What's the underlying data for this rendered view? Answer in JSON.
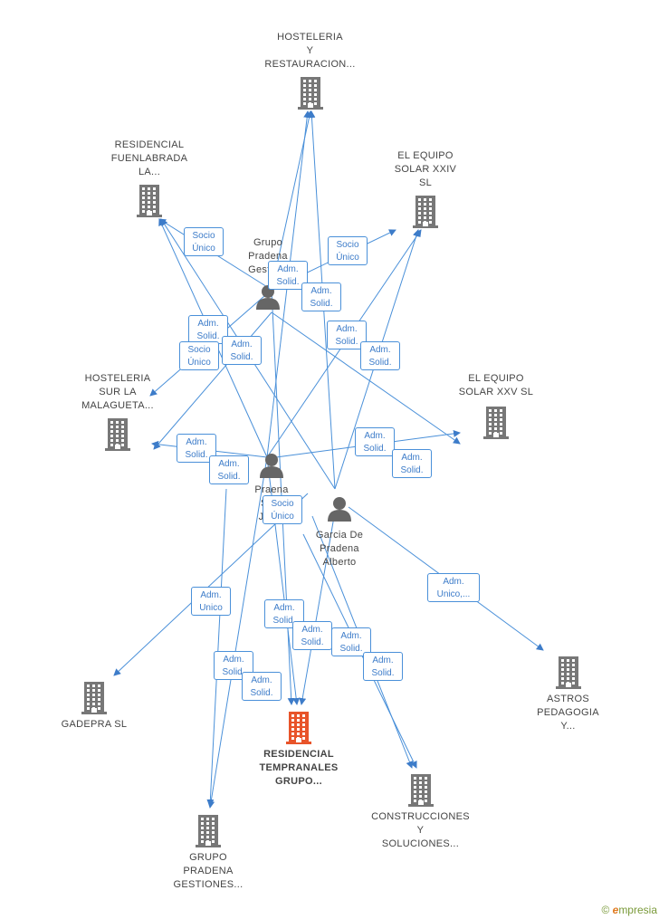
{
  "companies": [
    {
      "id": "hosteleria_rest",
      "lines": [
        "HOSTELERIA",
        "Y",
        "RESTAURACION..."
      ]
    },
    {
      "id": "fuenlabrada",
      "lines": [
        "RESIDENCIAL",
        "FUENLABRADA",
        "LA..."
      ]
    },
    {
      "id": "equipo_xxiv",
      "lines": [
        "EL EQUIPO",
        "SOLAR XXIV",
        "SL"
      ]
    },
    {
      "id": "malagueta",
      "lines": [
        "HOSTELERIA",
        "SUR LA",
        "MALAGUETA..."
      ]
    },
    {
      "id": "equipo_xxv",
      "lines": [
        "EL EQUIPO",
        "SOLAR XXV  SL"
      ]
    },
    {
      "id": "gadepra",
      "lines": [
        "GADEPRA SL"
      ]
    },
    {
      "id": "astros",
      "lines": [
        "ASTROS",
        "PEDAGOGIA",
        "Y..."
      ]
    },
    {
      "id": "tempranales",
      "lines": [
        "RESIDENCIAL",
        "TEMPRANALES",
        "GRUPO..."
      ],
      "main": true
    },
    {
      "id": "construcciones",
      "lines": [
        "CONSTRUCCIONES",
        "Y",
        "SOLUCIONES..."
      ]
    },
    {
      "id": "grupo_pradena_g",
      "lines": [
        "GRUPO",
        "PRADENA",
        "GESTIONES..."
      ]
    }
  ],
  "persons": [
    {
      "id": "grupo_pradena",
      "lines": [
        "Grupo",
        "Pradena",
        "Gestio..."
      ]
    },
    {
      "id": "praena",
      "lines": [
        "Praena",
        "Sa...",
        "Jon..."
      ]
    },
    {
      "id": "garcia",
      "lines": [
        "Garcia De",
        "Pradena",
        "Alberto"
      ]
    }
  ],
  "badges": [
    {
      "lines": [
        "Socio",
        "Único"
      ]
    },
    {
      "lines": [
        "Socio",
        "Único"
      ]
    },
    {
      "lines": [
        "Adm.",
        "Solid."
      ]
    },
    {
      "lines": [
        "Adm.",
        "Solid."
      ]
    },
    {
      "lines": [
        "Adm.",
        "Solid."
      ]
    },
    {
      "lines": [
        "Socio",
        "Único"
      ]
    },
    {
      "lines": [
        "Adm.",
        "Solid."
      ]
    },
    {
      "lines": [
        "Adm.",
        "Solid."
      ]
    },
    {
      "lines": [
        "Adm.",
        "Solid."
      ]
    },
    {
      "lines": [
        "Adm.",
        "Solid."
      ]
    },
    {
      "lines": [
        "Adm.",
        "Solid."
      ]
    },
    {
      "lines": [
        "Adm.",
        "Solid."
      ]
    },
    {
      "lines": [
        "Adm.",
        "Solid."
      ]
    },
    {
      "lines": [
        "Socio",
        "Único"
      ]
    },
    {
      "lines": [
        "Adm.",
        "Unico"
      ]
    },
    {
      "lines": [
        "Adm.",
        "Unico,..."
      ]
    },
    {
      "lines": [
        "Adm.",
        "Solid."
      ]
    },
    {
      "lines": [
        "Adm.",
        "Solid."
      ]
    },
    {
      "lines": [
        "Adm.",
        "Solid."
      ]
    },
    {
      "lines": [
        "Adm.",
        "Solid."
      ]
    },
    {
      "lines": [
        "Adm.",
        "Solid."
      ]
    },
    {
      "lines": [
        "Adm.",
        "Solid."
      ]
    }
  ],
  "footer": {
    "copyright": "©",
    "brand_first": "e",
    "brand_rest": "mpresia"
  },
  "colors": {
    "edge": "#3d7cc9",
    "company": "#777777",
    "main_company": "#e8542a",
    "person": "#666666"
  }
}
